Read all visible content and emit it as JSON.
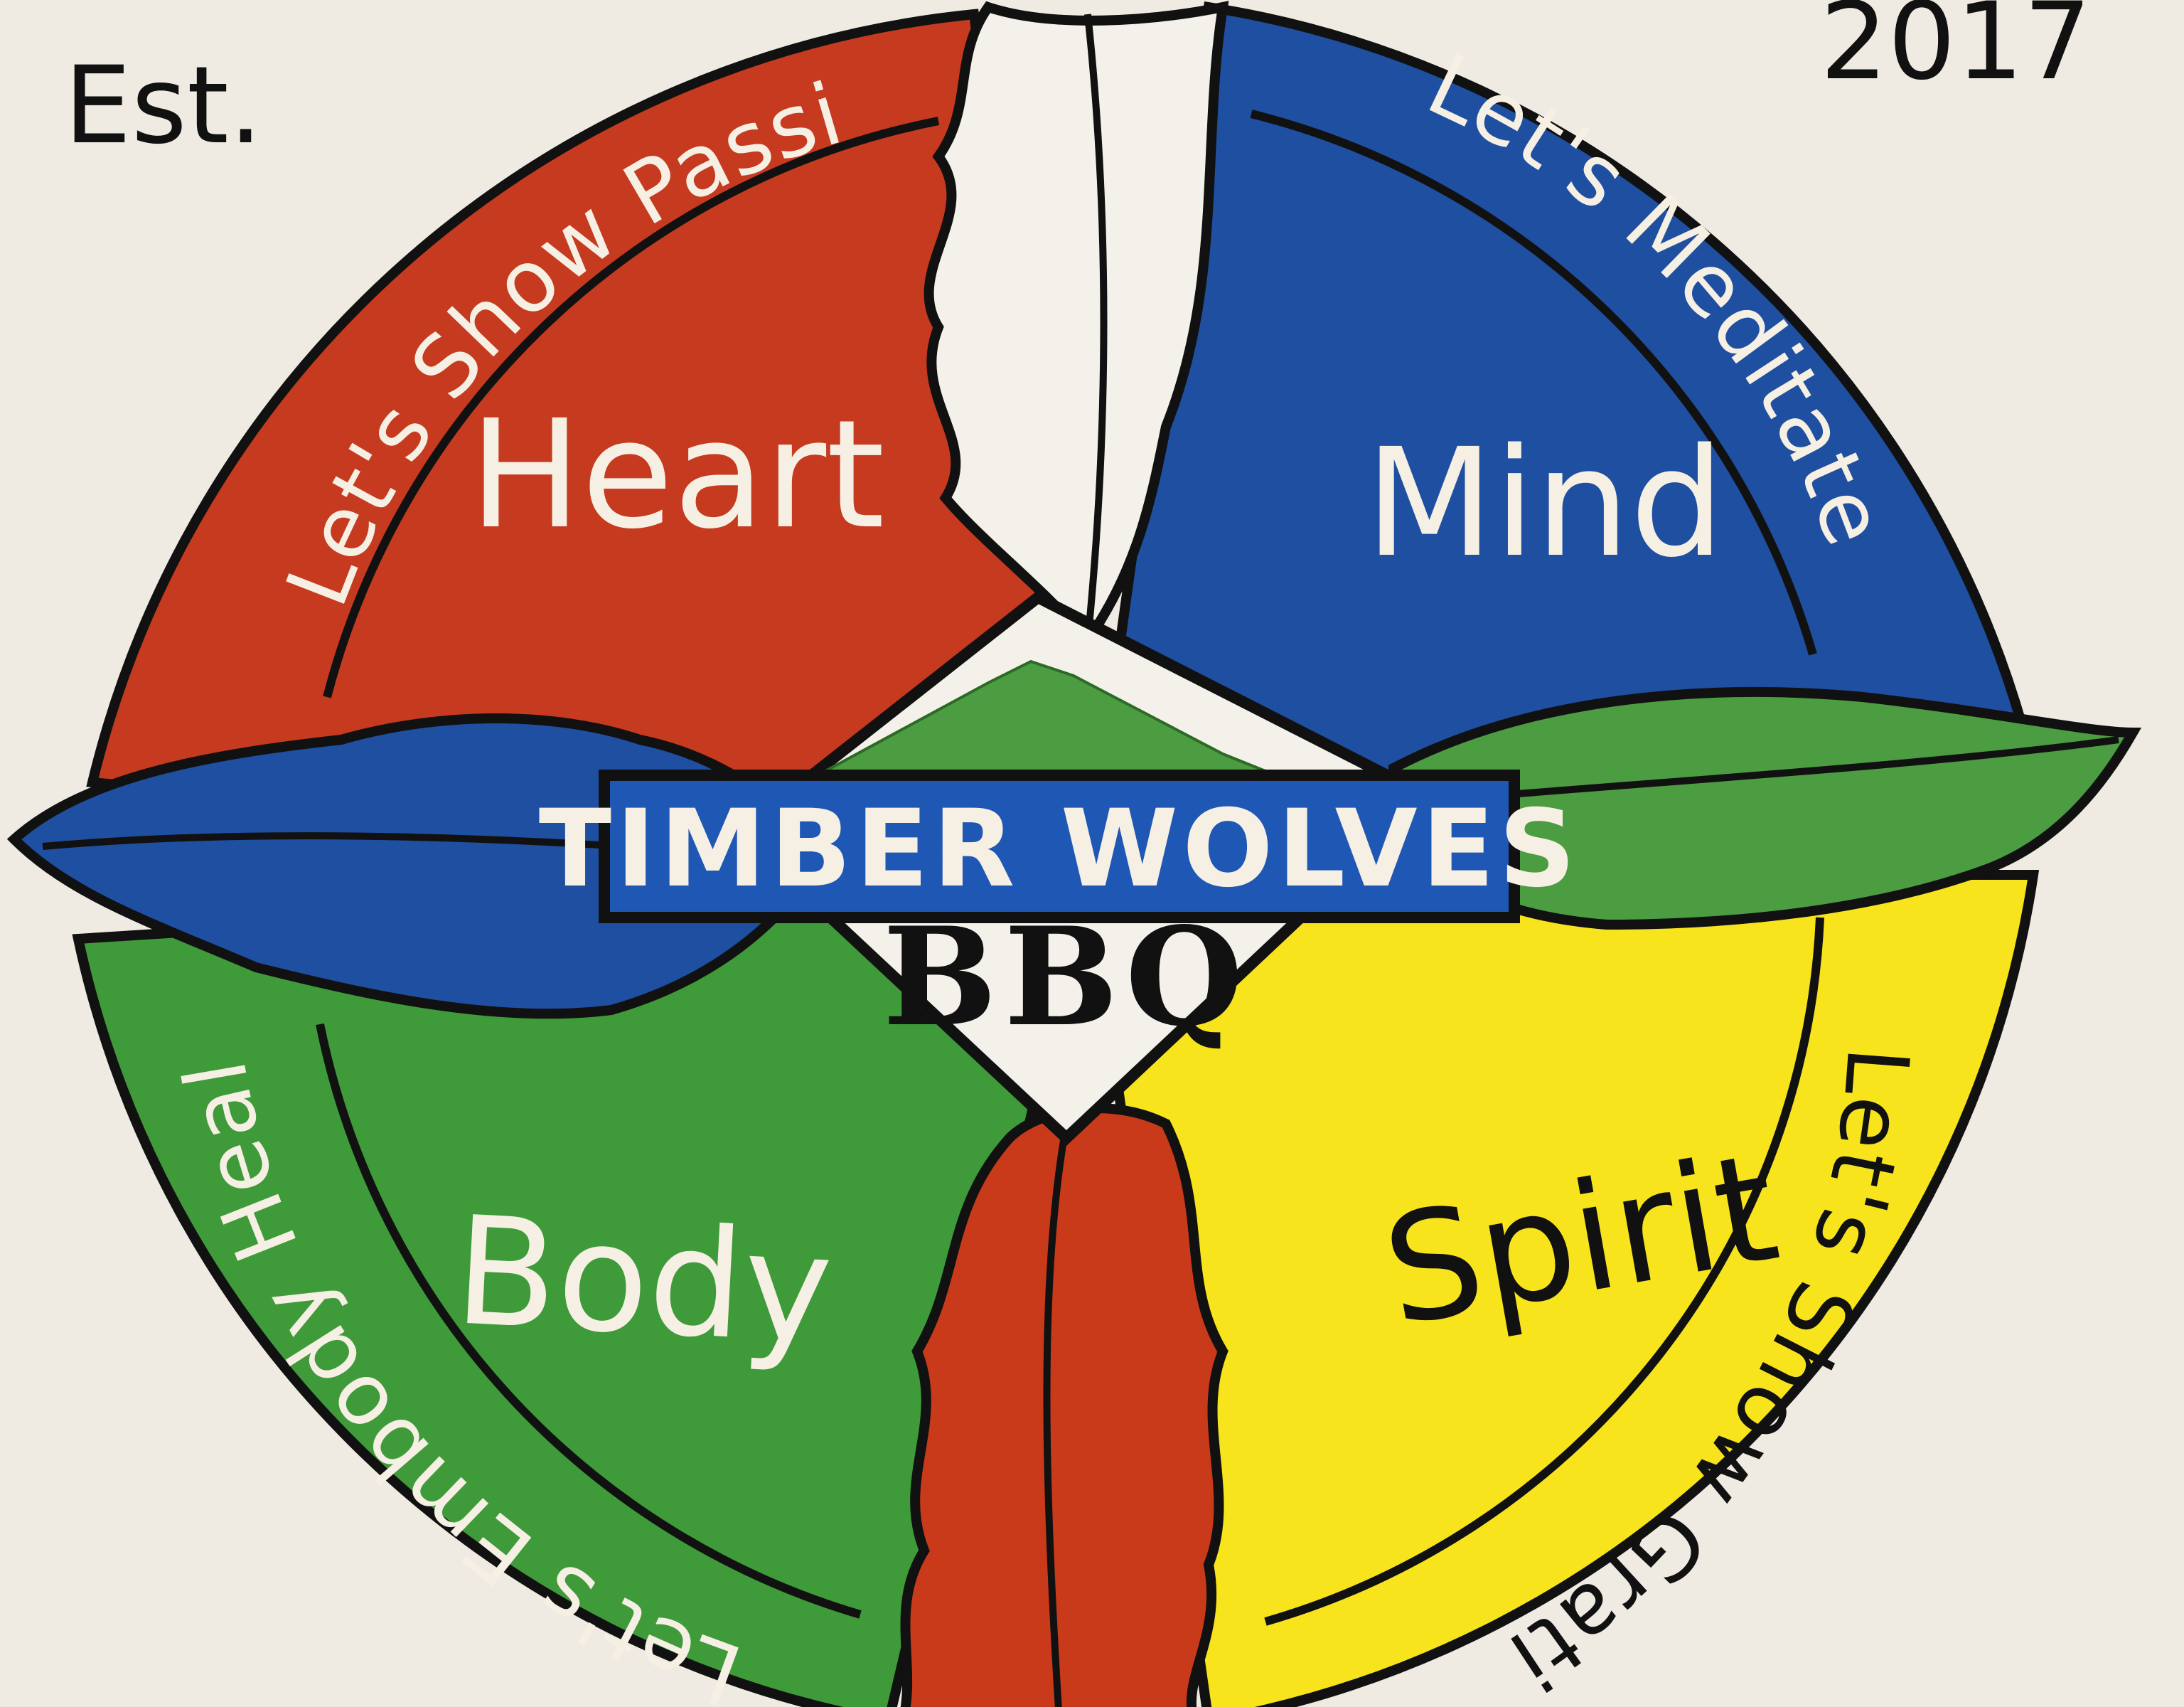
{
  "painting": {
    "est_label": "Est.",
    "year": "2017",
    "colors": {
      "canvas": "#efeae2",
      "heart": "#c63a1f",
      "mind": "#1f4fa0",
      "spirit": "#f7e41c",
      "body": "#3f9a3a",
      "outline": "#111111",
      "banner": "#1f57b5",
      "feather_white": "#f4f1ea",
      "feather_red": "#c93a1b",
      "mountain": "#4c9c42"
    },
    "quadrants": {
      "heart": {
        "title": "Heart",
        "motto": "Let's Show Passion"
      },
      "mind": {
        "title": "Mind",
        "motto": "Let's Meditate"
      },
      "spirit": {
        "title": "Spirit",
        "motto": "Let's Show Gratitude"
      },
      "body": {
        "title": "Body",
        "motto": "Let's Embody Health"
      }
    },
    "center": {
      "banner": "TIMBER WOLVES",
      "subtitle": "BBQ"
    }
  }
}
